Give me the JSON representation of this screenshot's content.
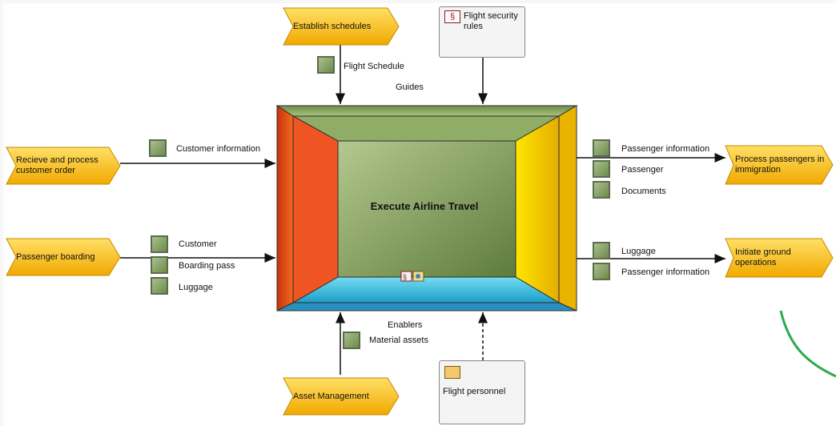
{
  "function": {
    "title": "Execute Airline Travel"
  },
  "events": {
    "establish": "Establish schedules",
    "receive": "Recieve and process customer order",
    "boarding": "Passenger boarding",
    "asset": "Asset Management",
    "immigration": "Process passengers in immigration",
    "ground": "Initiate ground operations"
  },
  "inputs": {
    "flight_schedule": "Flight Schedule",
    "guides": "Guides",
    "customer_information": "Customer information",
    "customer": "Customer",
    "boarding_pass": "Boarding pass",
    "luggage": "Luggage"
  },
  "outputs": {
    "passenger_information": "Passenger information",
    "passenger": "Passenger",
    "documents": "Documents",
    "luggage": "Luggage",
    "passenger_information_2": "Passenger information"
  },
  "enablers": {
    "enablers": "Enablers",
    "material_assets": "Material assets"
  },
  "rules": {
    "flight_security": "Flight security rules"
  },
  "personnel": {
    "flight_personnel": "Flight personnel"
  },
  "colors": {
    "event": "#f5b800",
    "object": "#7a9a55",
    "function_center": "#7e9c58",
    "left_face": "#e8471c",
    "right_face": "#ffd400",
    "bottom_face": "#35b8d8",
    "highlight": "#2bab4e"
  }
}
